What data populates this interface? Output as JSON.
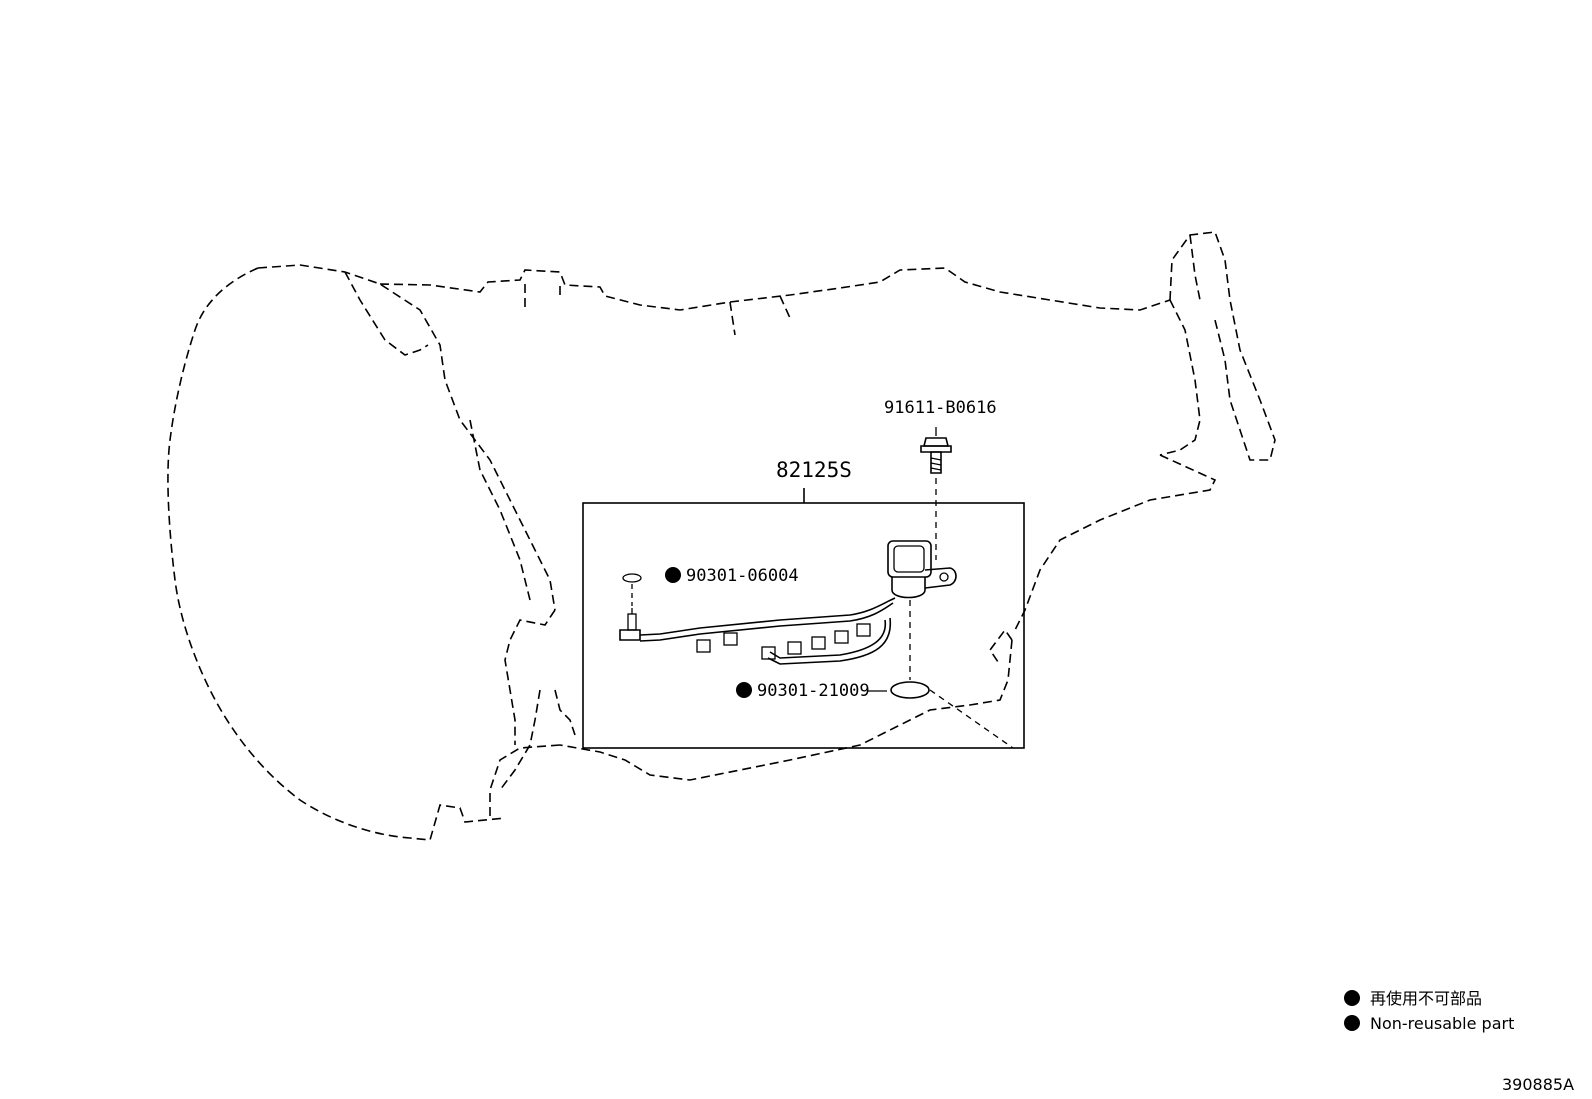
{
  "parts": {
    "sensor_assembly": "82125S",
    "bolt": "91611-B0616",
    "o_ring_small": "90301-06004",
    "o_ring_large": "90301-21009"
  },
  "legend": {
    "non_reusable_jp": "再使用不可部品",
    "non_reusable_en": "Non-reusable part"
  },
  "diagram_id": "390885A",
  "colors": {
    "line": "#000000",
    "background": "#ffffff"
  }
}
